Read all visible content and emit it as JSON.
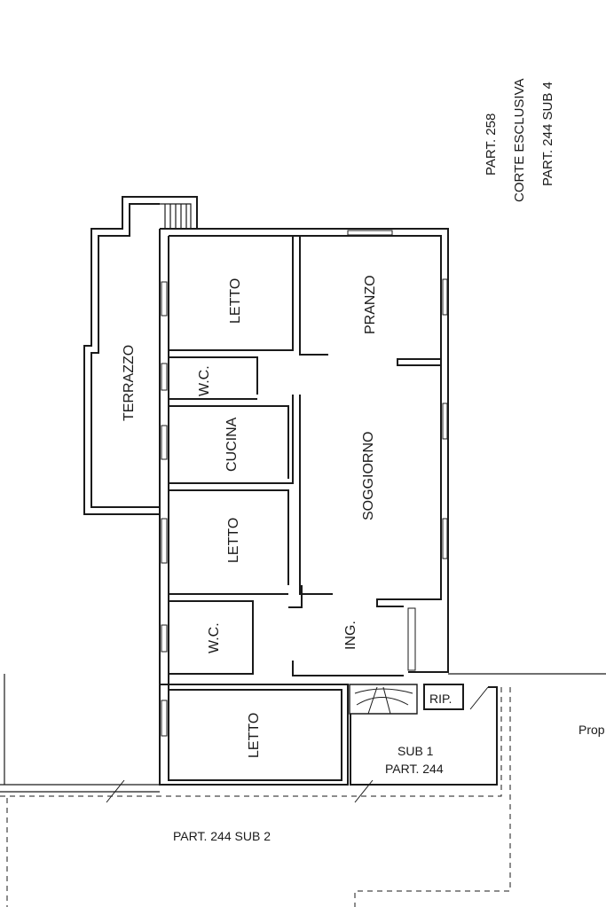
{
  "colors": {
    "ink": "#1a1a1a",
    "paper": "#ffffff"
  },
  "labels": {
    "part258": "PART. 258",
    "corte": "CORTE ESCLUSIVA",
    "part244sub4": "PART. 244 SUB 4",
    "terrazzo": "TERRAZZO",
    "letto1": "LETTO",
    "pranzo": "PRANZO",
    "wc1": "W.C.",
    "cucina": "CUCINA",
    "soggiorno": "SOGGIORNO",
    "letto2": "LETTO",
    "wc2": "W.C.",
    "ing": "ING.",
    "letto3": "LETTO",
    "rip": "RIP.",
    "sub1": "SUB 1",
    "part244": "PART. 244",
    "prop": "Prop",
    "part244sub2": "PART. 244 SUB 2"
  }
}
